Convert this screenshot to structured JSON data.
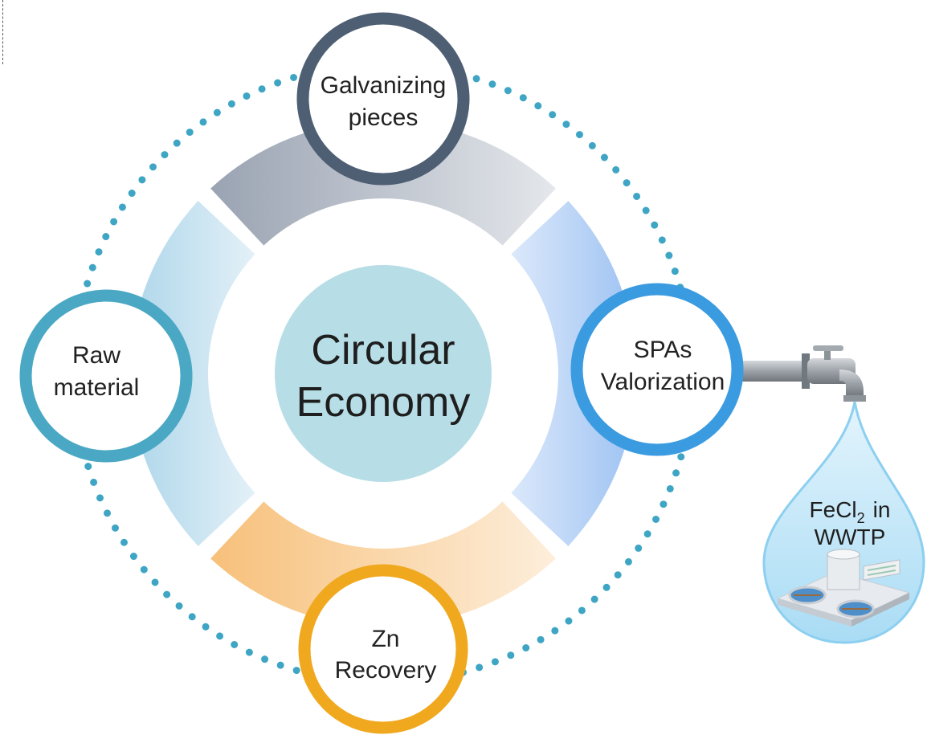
{
  "center": {
    "line1": "Circular",
    "line2": "Economy"
  },
  "nodes": {
    "top": {
      "line1": "Galvanizing",
      "line2": "pieces",
      "color": "#4f5f73"
    },
    "left": {
      "line1": "Raw",
      "line2": "material",
      "color": "#4aa8c4"
    },
    "right": {
      "line1": "SPAs",
      "line2": "Valorization",
      "color": "#3b9be0"
    },
    "bottom": {
      "line1": "Zn",
      "line2": "Recovery",
      "color": "#f0a81e"
    }
  },
  "drop": {
    "formula_base": "FeCl",
    "formula_sub": "2",
    "formula_suffix": "in",
    "line2": "WWTP"
  },
  "colors": {
    "dots": "#3ea5c4",
    "center_circle": "#b7dde6",
    "band_top": "#a8b1bf",
    "band_left": "#b9dcec",
    "band_right": "#a9c9f3",
    "band_bottom": "#f8c98a",
    "drop_fill": "#bde4f7",
    "drop_stroke": "#8ccff0"
  }
}
